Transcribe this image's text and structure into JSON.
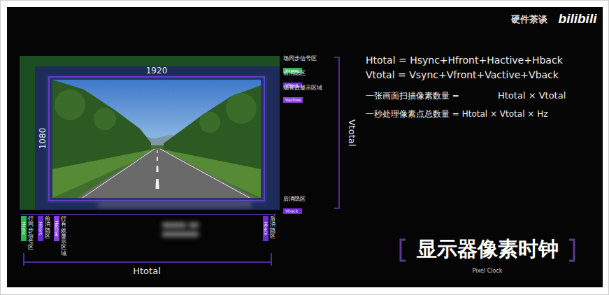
{
  "diagram": {
    "title": "显示器像素时钟",
    "nodes": [
      {
        "text": [
          "场同步信号区",
          "Vsync"
        ]
      },
      {
        "text": [
          "前消隐区",
          "Vfront"
        ]
      },
      {
        "text": [
          "场有效显示区域",
          "Vactive"
        ]
      },
      {
        "text": [
          "后消隐区",
          "Vback"
        ]
      },
      {
        "text": [
          "行同步信号区",
          "Hsync"
        ]
      },
      {
        "text": [
          "前消隐区",
          "Hfront"
        ]
      },
      {
        "text": [
          "行有效显示区域",
          "Hactive"
        ]
      },
      {
        "text": [
          "后消隐区",
          "Hback"
        ]
      }
    ],
    "labels": [
      "硬件茶谈",
      "bilibili",
      "1920",
      "1080",
      "Vtotal",
      "Htotal",
      "Htotal = Hsync+Hfront+Hactive+Hback",
      "Vtotal = Vsync+Vfront+Vactive+Vback",
      "一张画面扫描像素数量 =",
      "Htotal × Vtotal",
      "一秒处理像素点总数量 = Htotal × Vtotal × Hz",
      "Pixel Clock"
    ]
  }
}
